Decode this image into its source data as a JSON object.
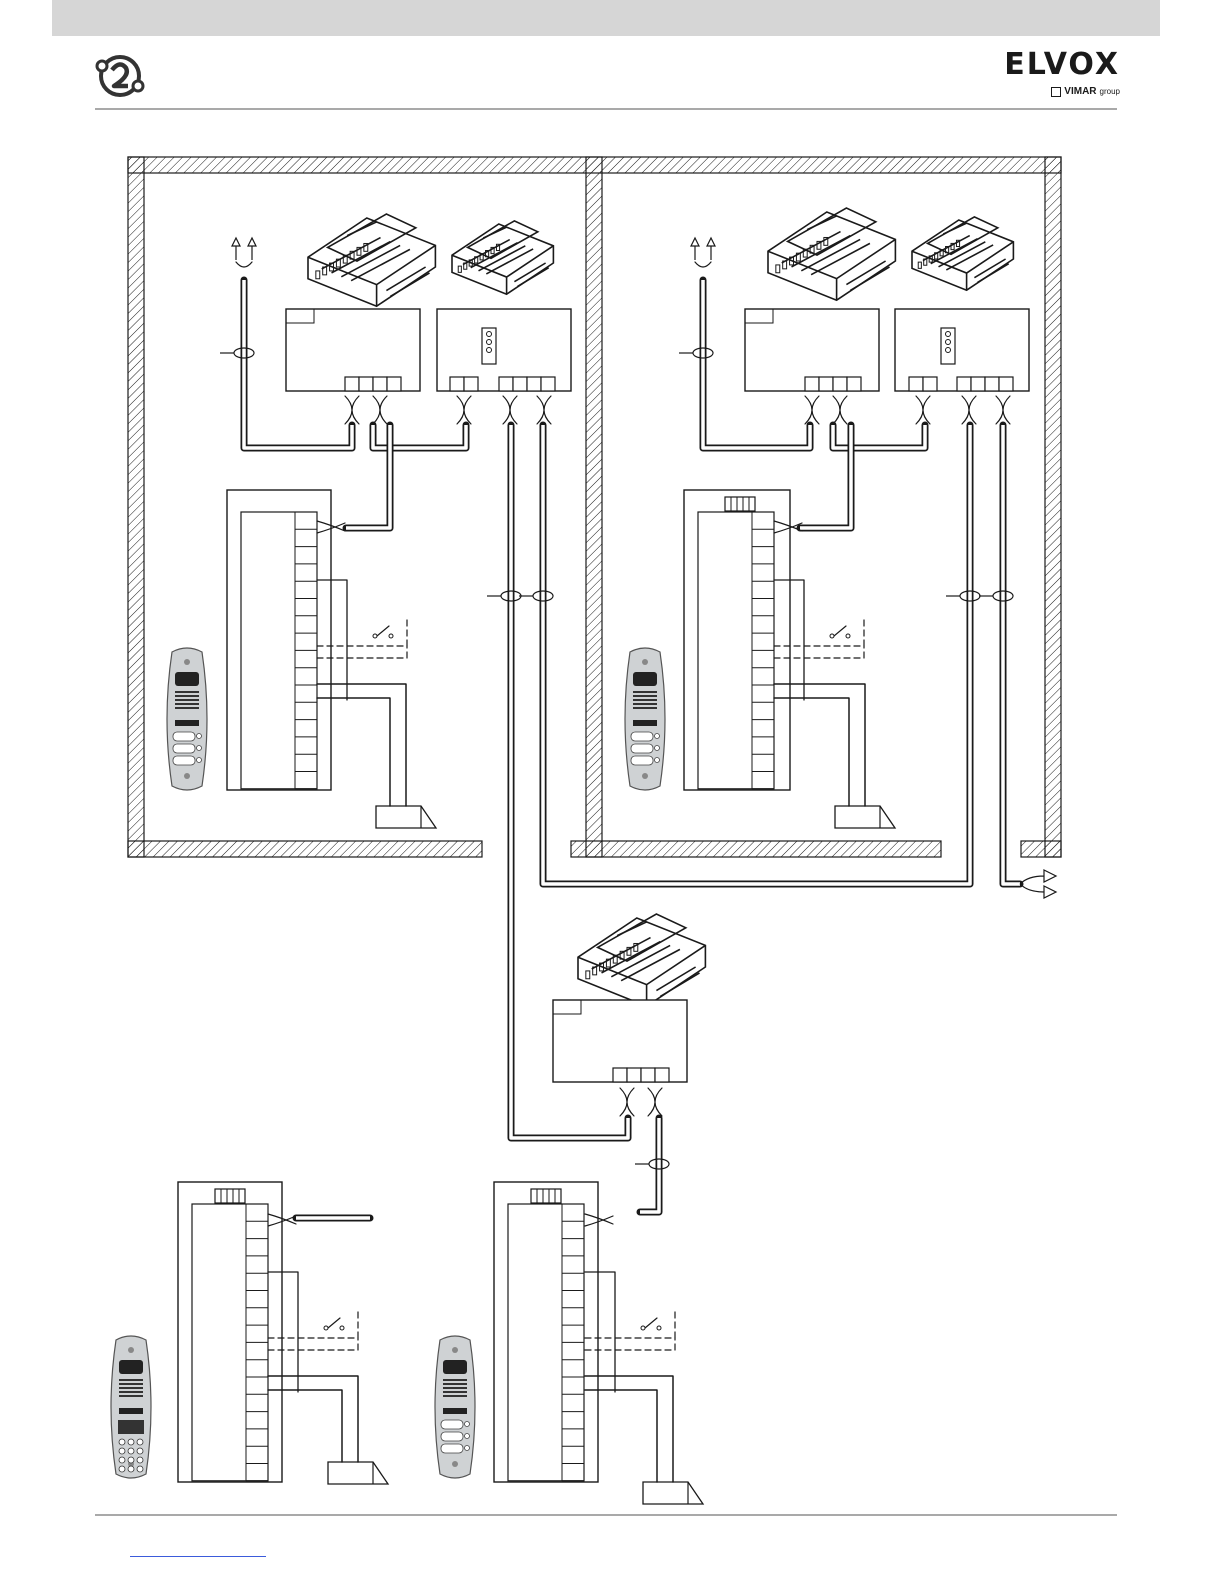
{
  "header": {
    "brand_name": "ELVOX",
    "brand_sub_main": "VIMAR",
    "brand_sub_group": "group"
  },
  "icons": {
    "left_logo": "due-fili-logo-icon",
    "vimar_mark": "vimar-square-icon"
  },
  "diagram": {
    "sections": [
      "building-left",
      "building-right",
      "external-stations"
    ],
    "components": [
      "power-supply-module",
      "distributor-module",
      "junction-box",
      "door-entry-panel",
      "electric-lock",
      "door-switch"
    ]
  },
  "colors": {
    "line": "#1a1a1a",
    "band": "#d6d6d6",
    "rule": "#a9a9a9",
    "link": "#3b5bdb"
  }
}
